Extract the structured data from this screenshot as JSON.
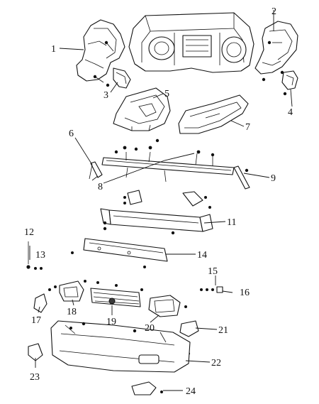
{
  "diagram": {
    "callouts": {
      "n1": "1",
      "n2": "2",
      "n3": "3",
      "n4": "4",
      "n5": "5",
      "n6": "6",
      "n7": "7",
      "n8": "8",
      "n9": "9",
      "n11": "11",
      "n12": "12",
      "n13": "13",
      "n14": "14",
      "n15": "15",
      "n16": "16",
      "n17": "17",
      "n18": "18",
      "n19": "19",
      "n20": "20",
      "n21": "21",
      "n22": "22",
      "n23": "23",
      "n24": "24"
    }
  }
}
